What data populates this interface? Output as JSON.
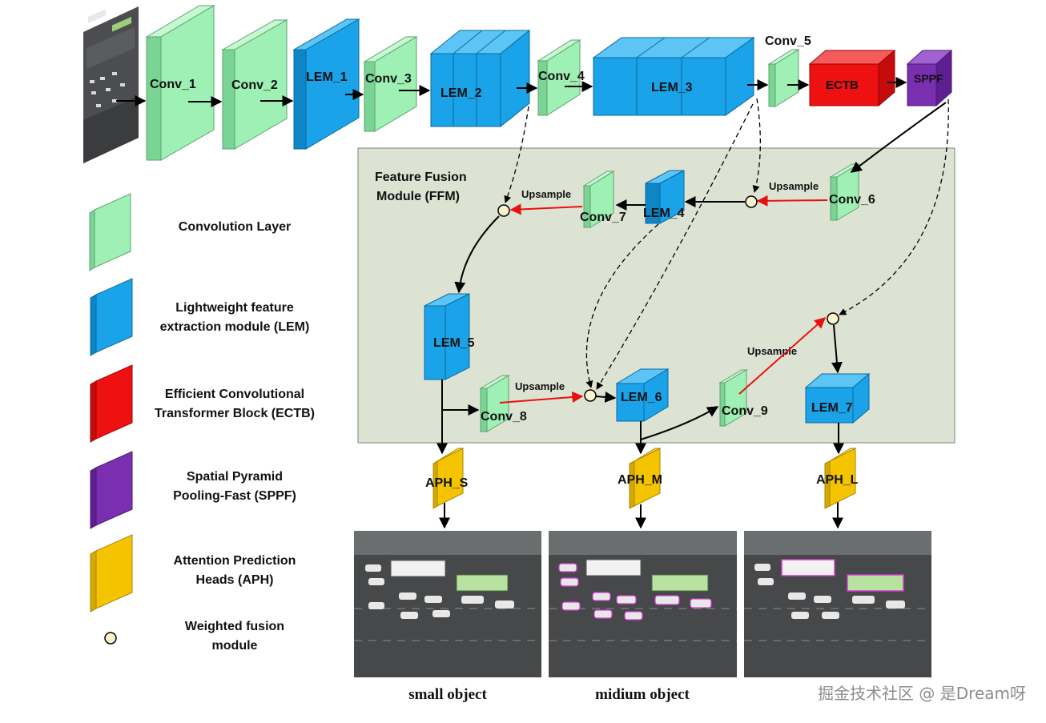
{
  "backbone": {
    "conv_1": "Conv_1",
    "conv_2": "Conv_2",
    "lem_1": "LEM_1",
    "conv_3": "Conv_3",
    "lem_2": "LEM_2",
    "conv_4": "Conv_4",
    "lem_3": "LEM_3",
    "conv_5": "Conv_5",
    "ectb": "ECTB",
    "sppf": "SPPF"
  },
  "ffm": {
    "title_line1": "Feature Fusion",
    "title_line2": "Module (FFM)",
    "conv_6": "Conv_6",
    "conv_7": "Conv_7",
    "conv_8": "Conv_8",
    "conv_9": "Conv_9",
    "lem_4": "LEM_4",
    "lem_5": "LEM_5",
    "lem_6": "LEM_6",
    "lem_7": "LEM_7",
    "upsample": "Upsample"
  },
  "heads": {
    "aph_s": "APH_S",
    "aph_m": "APH_M",
    "aph_l": "APH_L"
  },
  "outputs": {
    "small": "small object",
    "medium": "midium object"
  },
  "legend": {
    "conv_line1": "Convolution Layer",
    "lem_line1": "Lightweight feature",
    "lem_line2": "extraction module (LEM)",
    "ectb_line1": "Efficient Convolutional",
    "ectb_line2": "Transformer Block (ECTB)",
    "sppf_line1": "Spatial Pyramid",
    "sppf_line2": "Pooling-Fast (SPPF)",
    "aph_line1": "Attention Prediction",
    "aph_line2": "Heads (APH)",
    "wf_line1": "Weighted fusion",
    "wf_line2": "module"
  },
  "watermark": "掘金技术社区 @ 是Dream呀",
  "colors": {
    "conv": "#9ef0b4",
    "lem": "#1aa3e8",
    "ectb": "#ee1111",
    "sppf": "#7a2fb0",
    "aph": "#f5c400",
    "ffm_bg": "#dde3d2",
    "upsample_arrow": "#e8100f",
    "fusion_node": "#fbf3d0"
  }
}
